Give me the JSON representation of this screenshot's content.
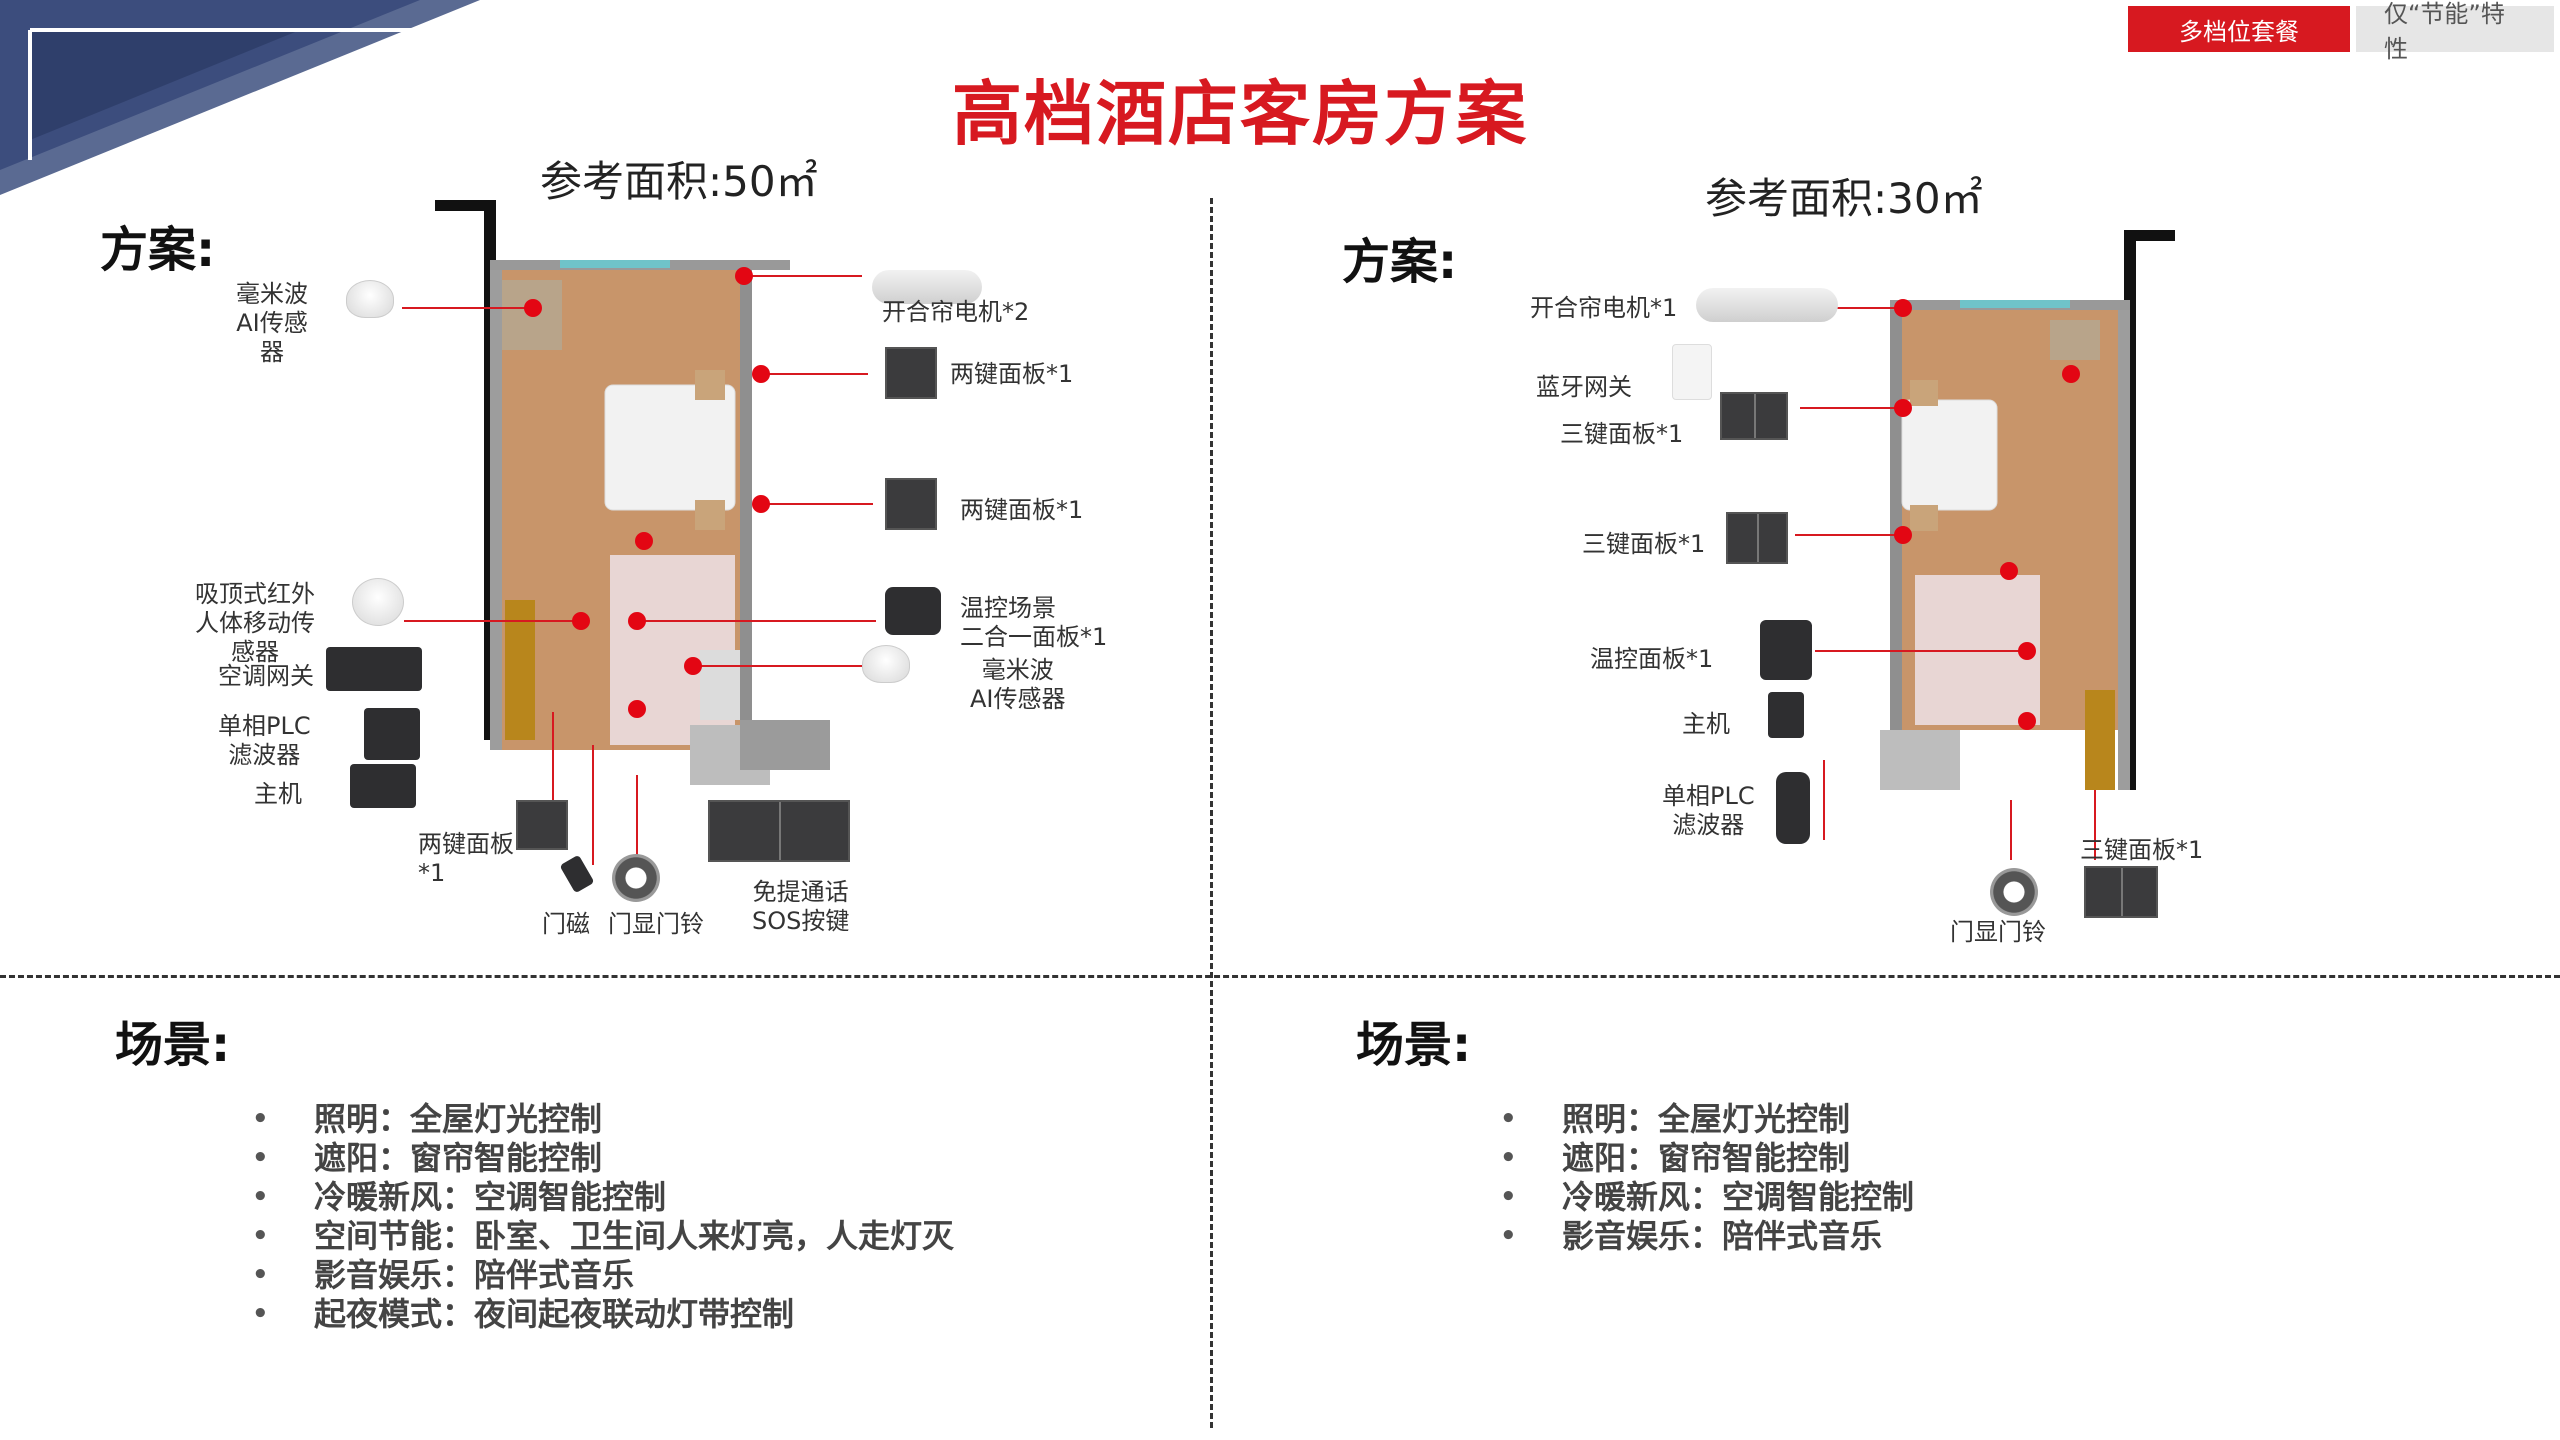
{
  "tabs": [
    {
      "label": "多档位套餐",
      "active": true
    },
    {
      "label": "仅“节能”特性",
      "active": false
    }
  ],
  "title": "高档酒店客房方案",
  "left": {
    "area": "参考面积:50㎡",
    "plan_label": "方案:",
    "devices": {
      "mmwave_top": "毫米波\nAI传感\n器",
      "curtain_motor": "开合帘电机*2",
      "two_key_1": "两键面板*1",
      "two_key_2": "两键面板*1",
      "infrared": "吸顶式红外\n人体移动传\n感器",
      "ac_gateway": "空调网关",
      "temp_panel": "温控场景\n二合一面板*1",
      "mmwave_bath": "毫米波\nAI传感器",
      "plc_filter": "单相PLC\n滤波器",
      "host": "主机",
      "two_key_3": "两键面板\n*1",
      "door_magnet": "门磁",
      "doorbell": "门显门铃",
      "sos": "免提通话\nSOS按键"
    },
    "scene_label": "场景:",
    "scenes": [
      "照明：全屋灯光控制",
      "遮阳：窗帘智能控制",
      "冷暖新风：空调智能控制",
      "空间节能：卧室、卫生间人来灯亮，人走灯灭",
      "影音娱乐：陪伴式音乐",
      "起夜模式：夜间起夜联动灯带控制"
    ]
  },
  "right": {
    "area": "参考面积:30㎡",
    "plan_label": "方案:",
    "devices": {
      "curtain_motor": "开合帘电机*1",
      "bt_gateway": "蓝牙网关",
      "three_key_1": "三键面板*1",
      "three_key_2": "三键面板*1",
      "temp_panel": "温控面板*1",
      "host": "主机",
      "plc_filter": "单相PLC\n滤波器",
      "three_key_3": "三键面板*1",
      "doorbell": "门显门铃"
    },
    "scene_label": "场景:",
    "scenes": [
      "照明：全屋灯光控制",
      "遮阳：窗帘智能控制",
      "冷暖新风：空调智能控制",
      "影音娱乐：陪伴式音乐"
    ]
  },
  "colors": {
    "accent": "#d71920",
    "navy": "#3a4a78",
    "floor": "#c8956a"
  }
}
